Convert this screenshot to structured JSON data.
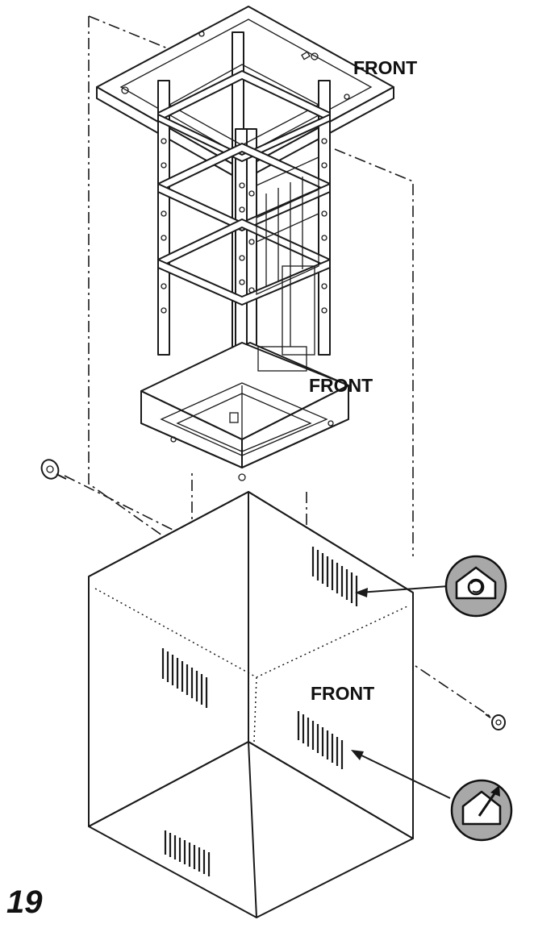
{
  "labels": {
    "front_top": "FRONT",
    "front_middle": "FRONT",
    "front_chimney": "FRONT"
  },
  "figure_number": "19",
  "icons": {
    "recirculation": "recirculation-mode-icon",
    "ducted": "ducted-exhaust-mode-icon",
    "screw": "screw-icon"
  },
  "colors": {
    "line": "#1a1a1a",
    "badge_fill": "#a8a8a8",
    "background": "#ffffff"
  }
}
